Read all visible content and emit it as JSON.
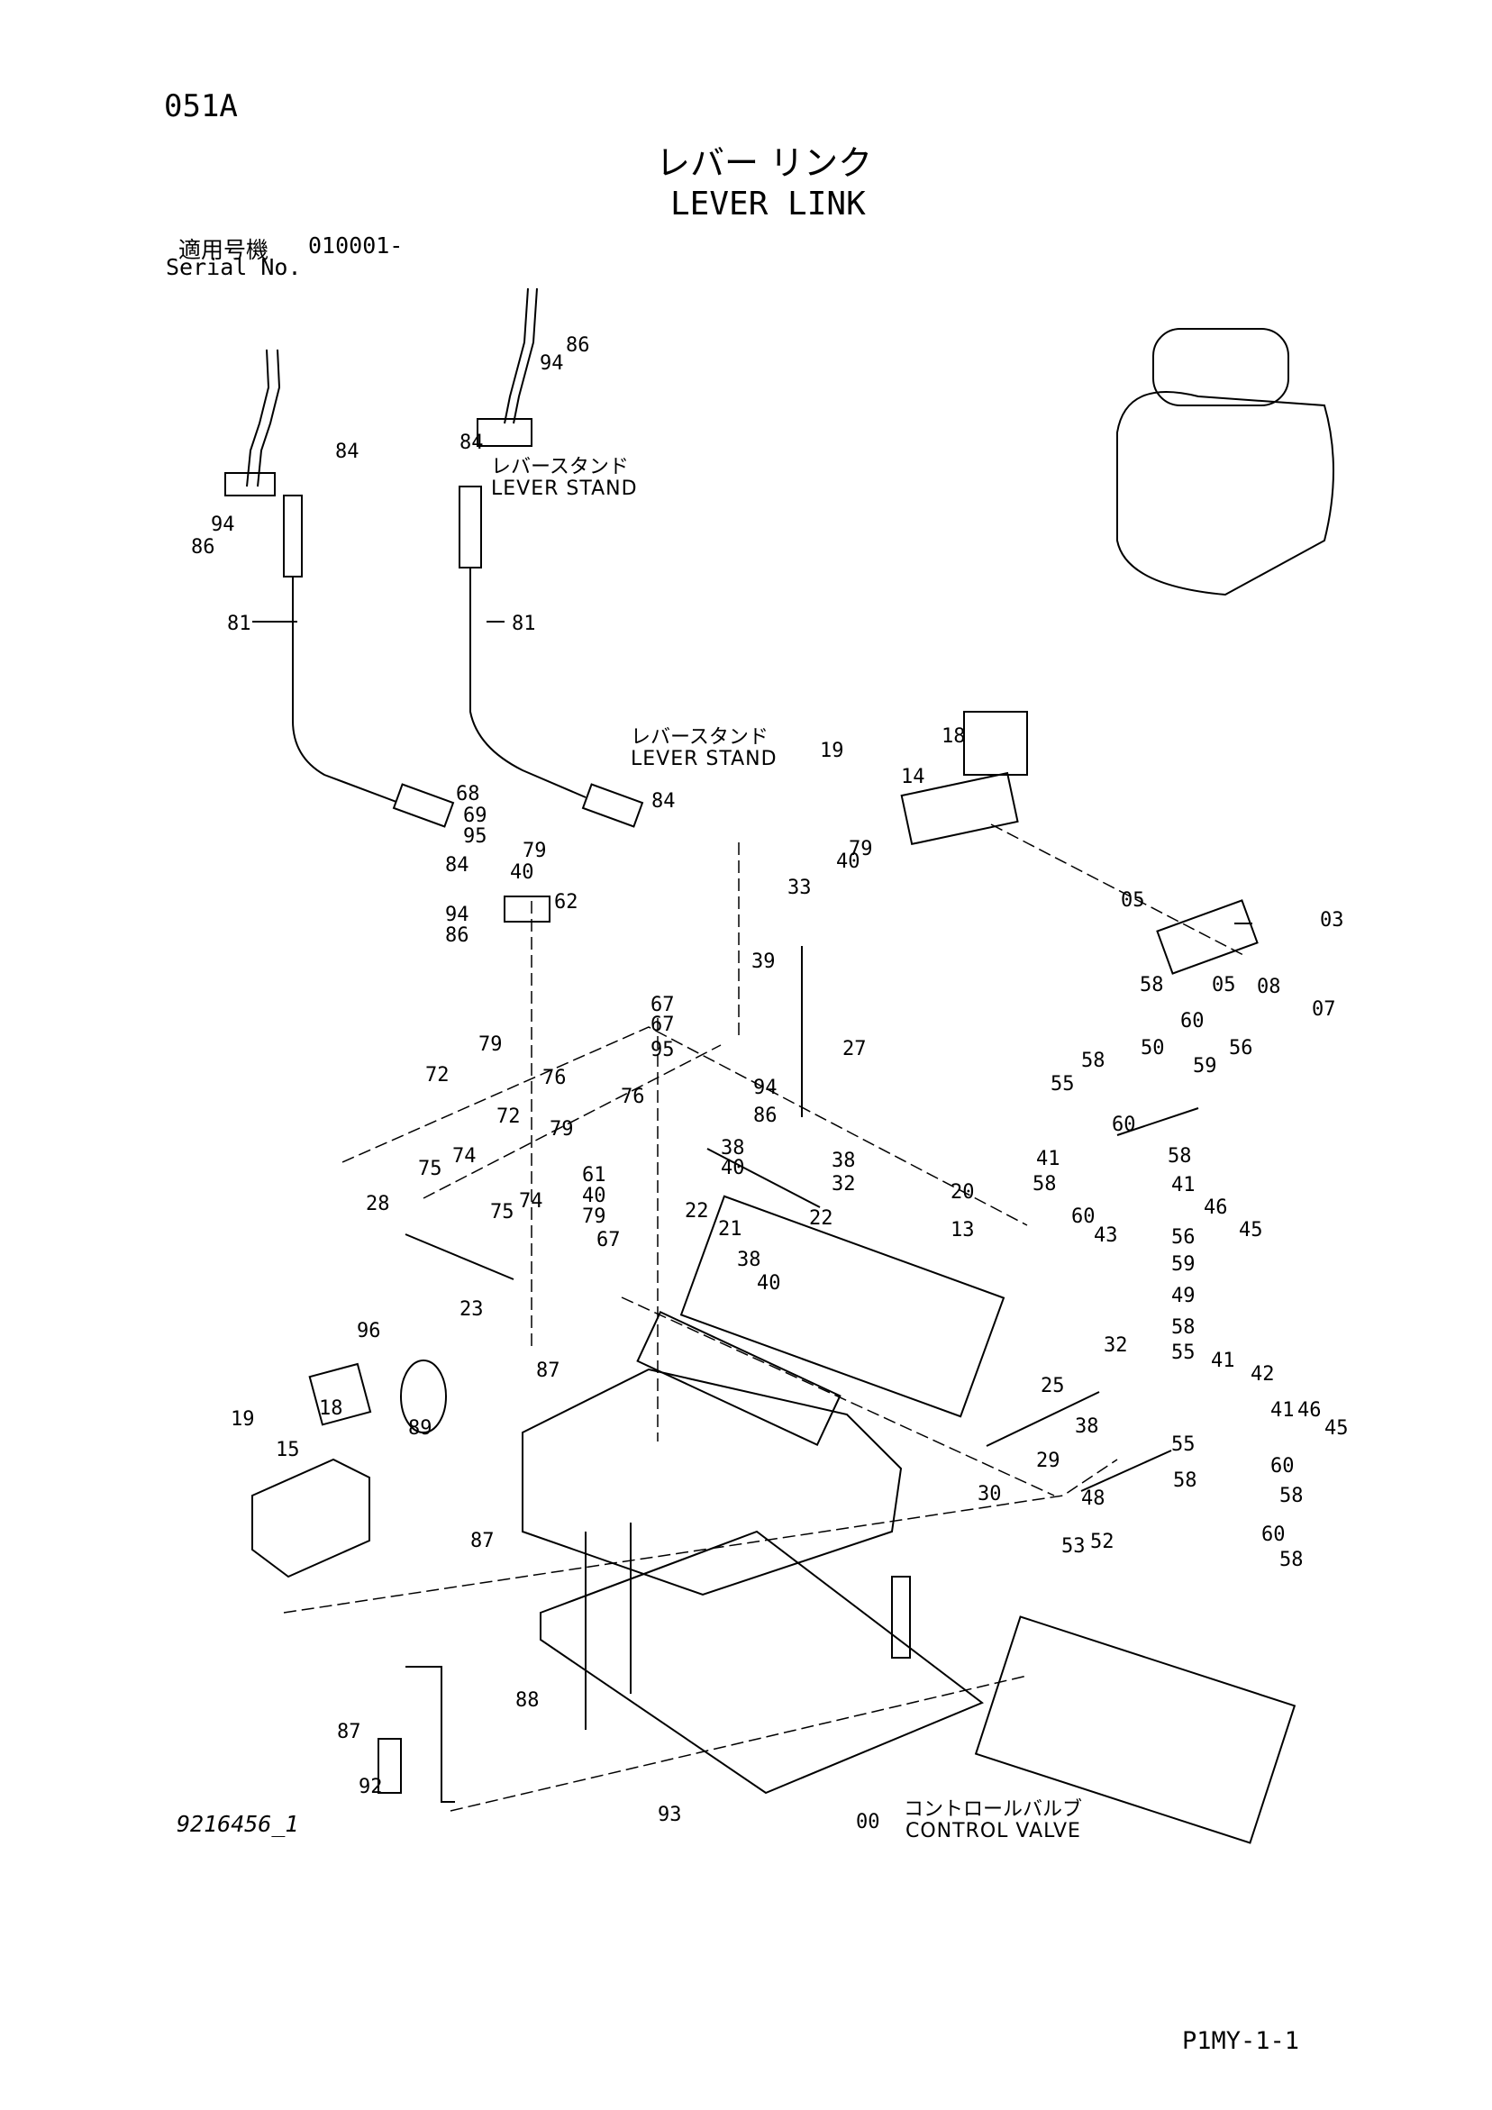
{
  "header": {
    "page_code": "051A",
    "title_jp": "レバー リンク",
    "title_en": "LEVER LINK",
    "serial_label_jp": "適用号機",
    "serial_value": "010001-",
    "serial_label_en": "Serial No."
  },
  "callouts": {
    "lever_stand_top_jp": "レバースタンド",
    "lever_stand_top_en": "LEVER STAND",
    "lever_stand_mid_jp": "レバースタンド",
    "lever_stand_mid_en": "LEVER STAND",
    "control_valve_jp": "コントロールバルブ",
    "control_valve_en": "CONTROL VALVE"
  },
  "part_numbers": [
    "00",
    "03",
    "05",
    "05",
    "07",
    "08",
    "13",
    "14",
    "15",
    "18",
    "18",
    "19",
    "19",
    "20",
    "21",
    "22",
    "22",
    "23",
    "25",
    "27",
    "28",
    "29",
    "30",
    "32",
    "32",
    "33",
    "38",
    "38",
    "38",
    "38",
    "39",
    "40",
    "40",
    "40",
    "40",
    "40",
    "41",
    "41",
    "41",
    "42",
    "43",
    "45",
    "45",
    "46",
    "46",
    "48",
    "49",
    "50",
    "52",
    "53",
    "55",
    "55",
    "55",
    "56",
    "56",
    "58",
    "58",
    "58",
    "58",
    "58",
    "58",
    "58",
    "58",
    "58",
    "59",
    "59",
    "60",
    "60",
    "60",
    "60",
    "60",
    "61",
    "62",
    "67",
    "67",
    "67",
    "68",
    "69",
    "72",
    "72",
    "74",
    "74",
    "75",
    "75",
    "76",
    "76",
    "79",
    "79",
    "79",
    "79",
    "79",
    "81",
    "81",
    "84",
    "84",
    "84",
    "84",
    "86",
    "86",
    "86",
    "86",
    "87",
    "87",
    "87",
    "88",
    "89",
    "92",
    "93",
    "94",
    "94",
    "94",
    "94",
    "95",
    "95",
    "96"
  ],
  "footer": {
    "drawing_number": "9216456_1",
    "page_ref": "P1MY-1-1"
  }
}
